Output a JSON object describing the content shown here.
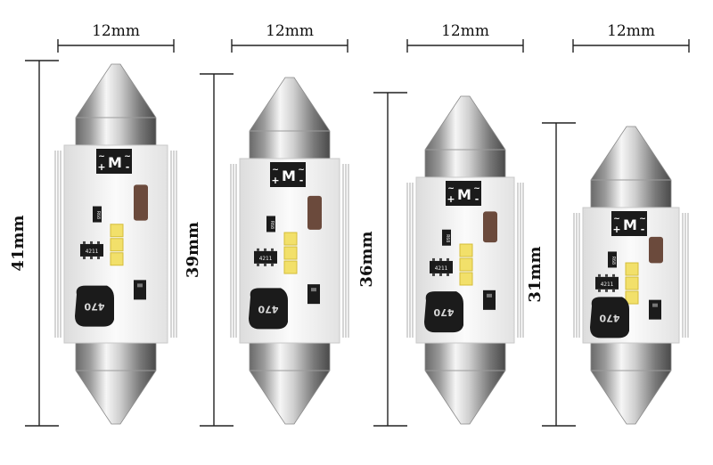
{
  "bulbs": [
    {
      "width_label": "12mm",
      "length_label": "41mm",
      "length_mm": 41,
      "chip_label": "M",
      "chip_plus": "+",
      "chip_minus": "-",
      "chip_tilde": "~",
      "ic_label": "4211",
      "res_label": "R68",
      "inductor_label": "470"
    },
    {
      "width_label": "12mm",
      "length_label": "39mm",
      "length_mm": 39,
      "chip_label": "M",
      "chip_plus": "+",
      "chip_minus": "-",
      "chip_tilde": "~",
      "ic_label": "4211",
      "res_label": "R68",
      "inductor_label": "470"
    },
    {
      "width_label": "12mm",
      "length_label": "36mm",
      "length_mm": 36,
      "chip_label": "M",
      "chip_plus": "+",
      "chip_minus": "-",
      "chip_tilde": "~",
      "ic_label": "4211",
      "res_label": "R68",
      "inductor_label": "470"
    },
    {
      "width_label": "12mm",
      "length_label": "31mm",
      "length_mm": 31,
      "chip_label": "M",
      "chip_plus": "+",
      "chip_minus": "-",
      "chip_tilde": "~",
      "ic_label": "4211",
      "res_label": "R68",
      "inductor_label": "470"
    }
  ],
  "colors": {
    "metal_light": "#f4f4f4",
    "metal_dark": "#5e5e5e",
    "pcb": "#f7f7f7",
    "led_yellow": "#f2e06a",
    "chip": "#1b1b1b",
    "capacitor": "#6b4a3c",
    "dimension_line": "#222222"
  }
}
